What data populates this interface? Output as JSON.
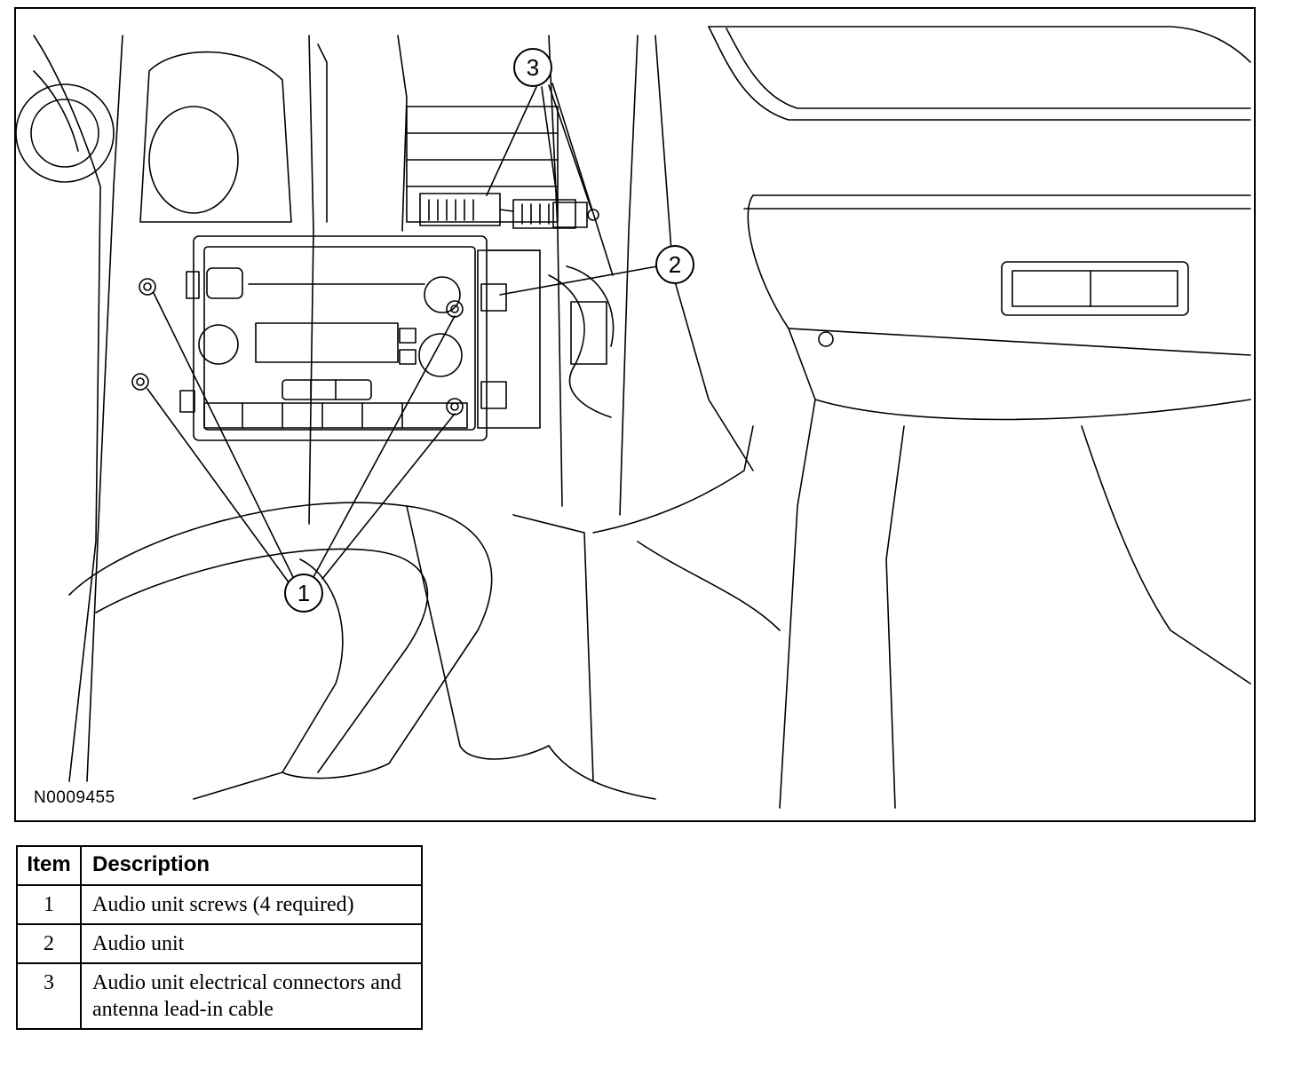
{
  "figure": {
    "id": "N0009455",
    "callouts": [
      "1",
      "2",
      "3"
    ]
  },
  "table": {
    "headers": {
      "item": "Item",
      "description": "Description"
    },
    "rows": [
      {
        "item": "1",
        "description": "Audio unit screws (4 required)"
      },
      {
        "item": "2",
        "description": "Audio unit"
      },
      {
        "item": "3",
        "description": "Audio unit electrical connectors and antenna lead-in cable"
      }
    ]
  }
}
